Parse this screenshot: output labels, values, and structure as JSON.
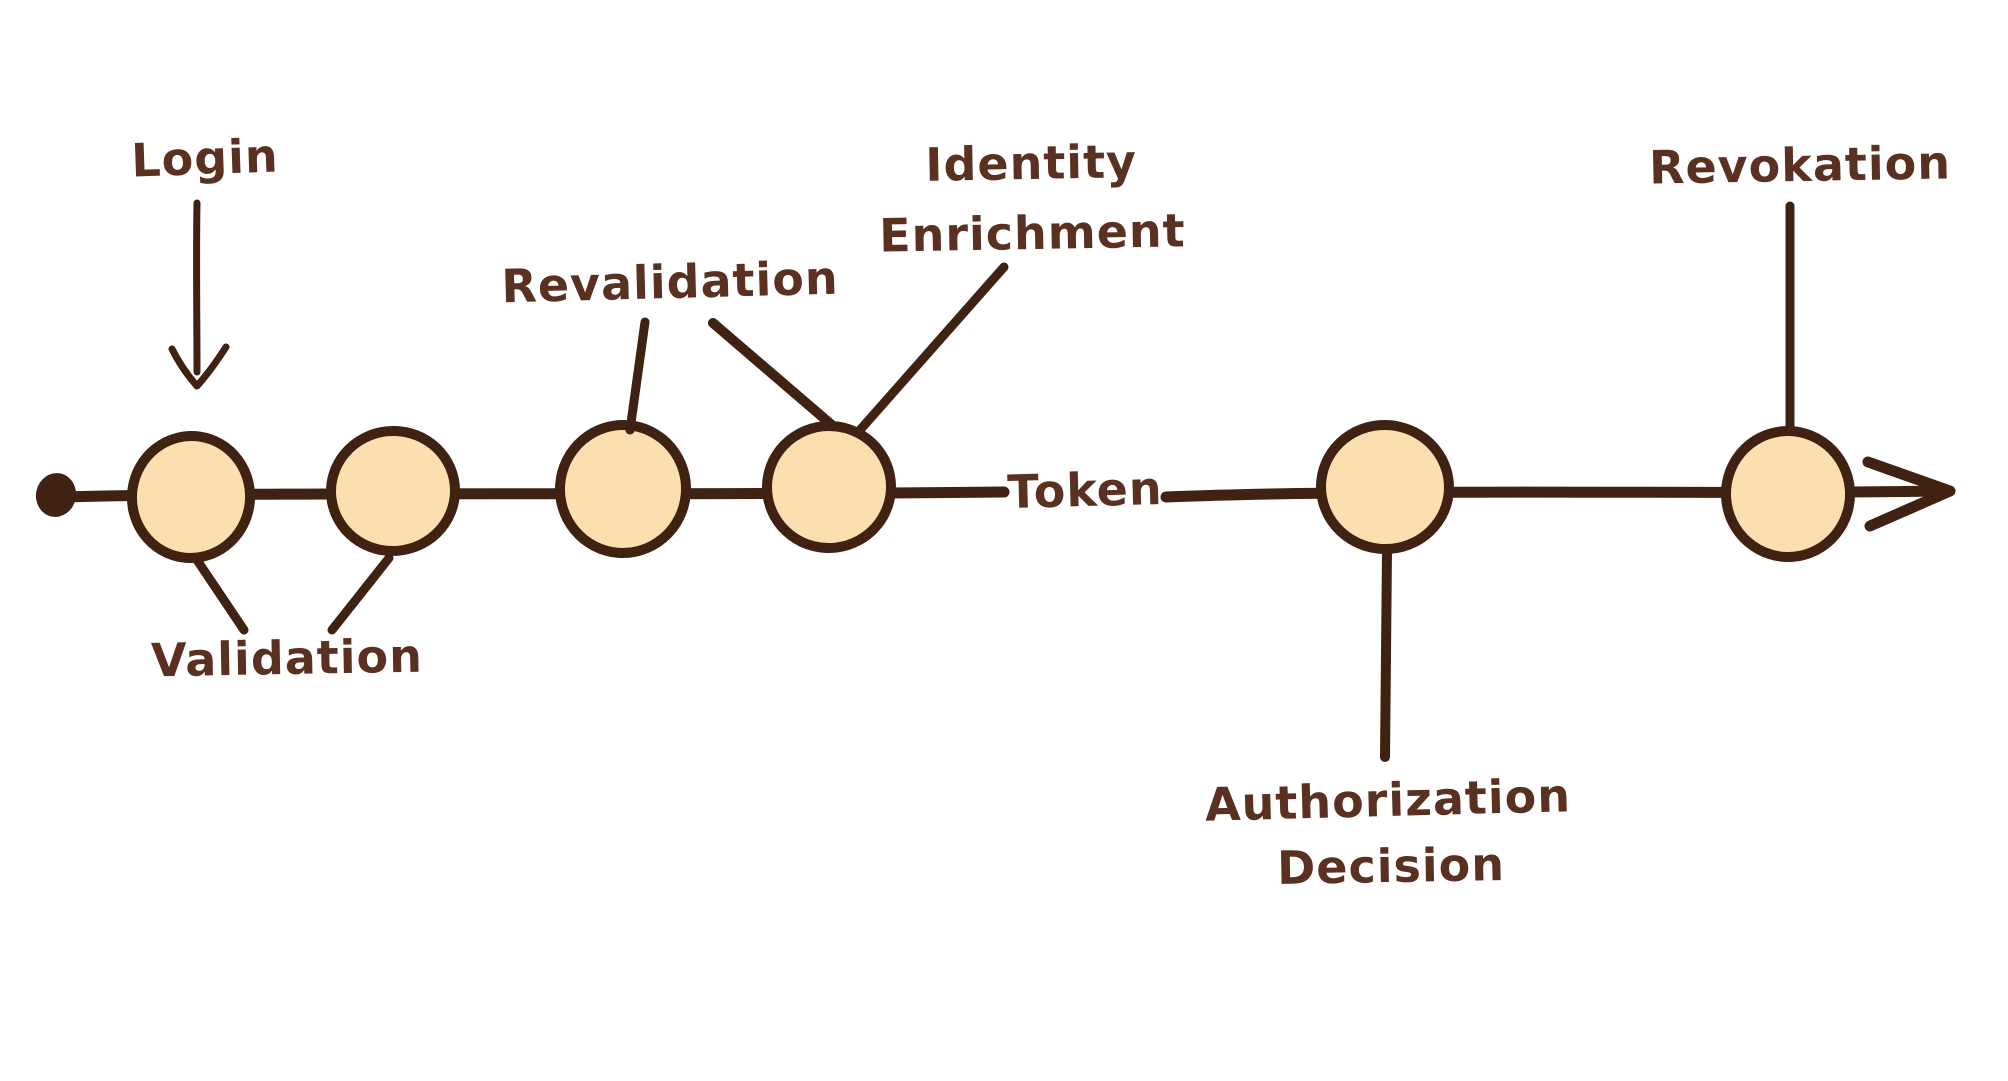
{
  "diagram": {
    "type": "token-lifecycle-timeline",
    "node_count": 6,
    "colors": {
      "background": "#ffffff",
      "ink": "#3f2212",
      "text_ink": "#5a3020",
      "node_fill": "#fcdfae"
    },
    "labels": {
      "login": "Login",
      "validation": "Validation",
      "revalidation": "Revalidation",
      "identity_enrichment": {
        "line1": "Identity",
        "line2": "Enrichment"
      },
      "token": "Token",
      "authorization_decision": {
        "line1": "Authorization",
        "line2": "Decision"
      },
      "revocation": "Revokation"
    }
  }
}
